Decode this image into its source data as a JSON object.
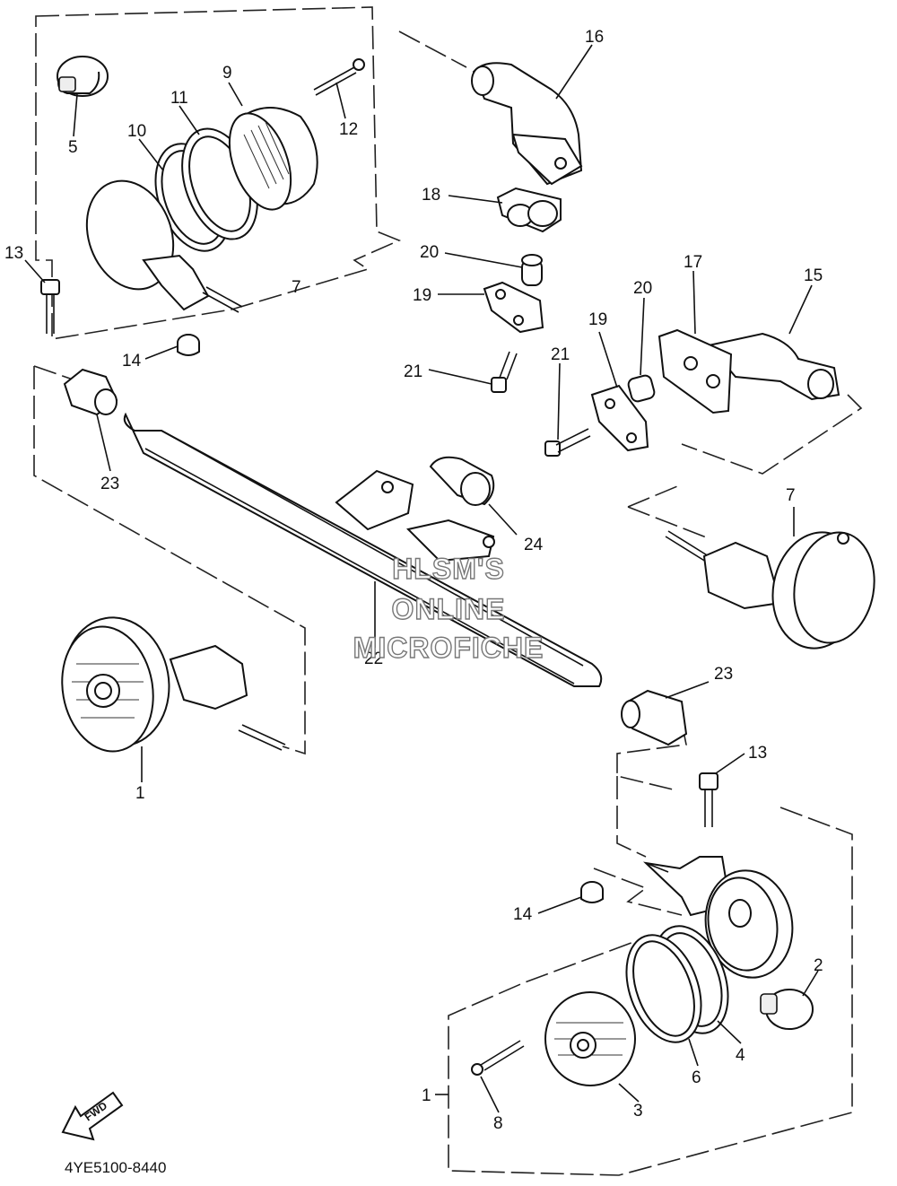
{
  "watermark": [
    "HLSM'S",
    "ONLINE",
    "MICROFICHE"
  ],
  "diagram_code": "4YE5100-8440",
  "direction_arrow": "FWD",
  "part_labels": [
    "1",
    "1",
    "2",
    "3",
    "4",
    "5",
    "6",
    "7",
    "7",
    "8",
    "9",
    "10",
    "11",
    "12",
    "13",
    "13",
    "14",
    "14",
    "15",
    "16",
    "17",
    "18",
    "19",
    "19",
    "20",
    "20",
    "21",
    "21",
    "22",
    "23",
    "23",
    "24"
  ],
  "parts": [
    {
      "id": "turn-signal-assembly-front-left",
      "number": "1"
    },
    {
      "id": "bulb",
      "number": "2"
    },
    {
      "id": "lens",
      "number": "3"
    },
    {
      "id": "gasket",
      "number": "4"
    },
    {
      "id": "lens-ring",
      "number": "5"
    },
    {
      "id": "screw",
      "number": "6"
    },
    {
      "id": "turn-signal-assembly",
      "number": "7"
    },
    {
      "id": "bulb",
      "number": "8"
    },
    {
      "id": "lens",
      "number": "9"
    },
    {
      "id": "gasket",
      "number": "10"
    },
    {
      "id": "lens-ring",
      "number": "11"
    },
    {
      "id": "screw",
      "number": "12"
    },
    {
      "id": "bolt",
      "number": "13"
    },
    {
      "id": "nut",
      "number": "14"
    },
    {
      "id": "stay",
      "number": "15"
    },
    {
      "id": "stay",
      "number": "16"
    },
    {
      "id": "plate",
      "number": "17"
    },
    {
      "id": "plate",
      "number": "18"
    },
    {
      "id": "bracket",
      "number": "19"
    },
    {
      "id": "collar",
      "number": "20"
    },
    {
      "id": "bolt",
      "number": "21"
    },
    {
      "id": "shaft",
      "number": "22"
    },
    {
      "id": "damper",
      "number": "23"
    },
    {
      "id": "holder",
      "number": "24"
    }
  ]
}
